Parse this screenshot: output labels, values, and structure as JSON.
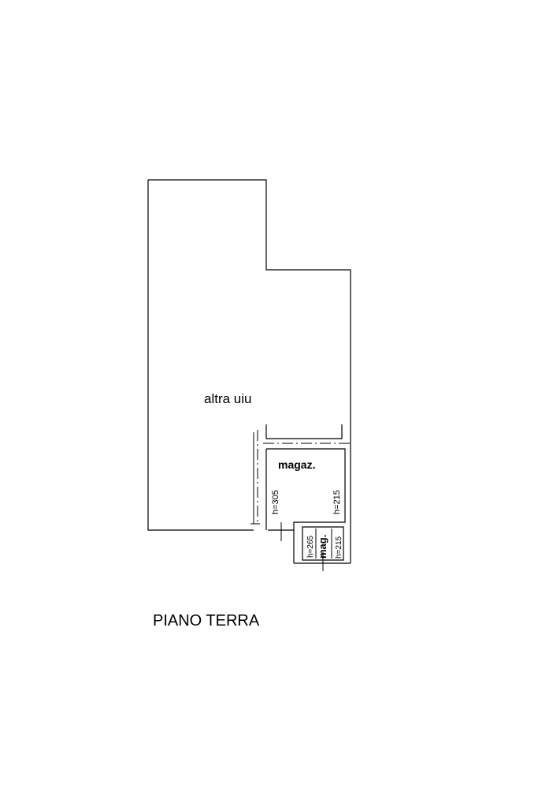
{
  "plan": {
    "title": "PIANO TERRA",
    "rooms": {
      "other_unit": "altra uiu",
      "storage_main": "magaz.",
      "storage_small": "mag."
    },
    "heights": {
      "storage_main_left": "h=305",
      "storage_main_right": "h=215",
      "storage_small_left": "h=265",
      "storage_small_right": "h=215"
    }
  },
  "colors": {
    "line": "#000000",
    "background": "#ffffff"
  }
}
